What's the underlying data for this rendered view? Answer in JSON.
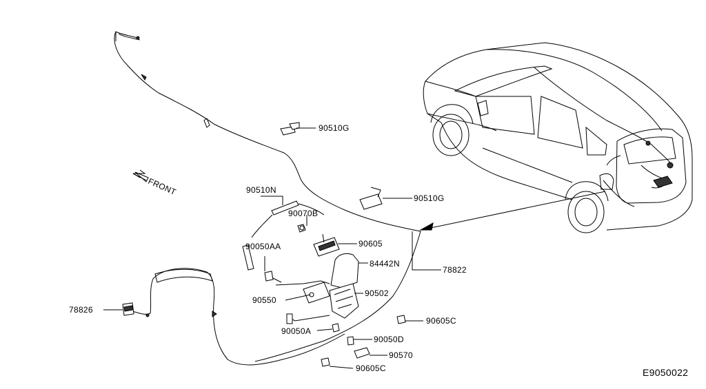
{
  "diagram_id": "E9050022",
  "direction_label": "FRONT",
  "callouts": {
    "c90510G_top": "90510G",
    "c90510G_mid": "90510G",
    "c90510N": "90510N",
    "c90070B": "90070B",
    "c90605": "90605",
    "c90050AA": "90050AA",
    "c84442N": "84442N",
    "c78822": "78822",
    "c90550": "90550",
    "c90502": "90502",
    "c78826": "78826",
    "c90605C_right": "90605C",
    "c90050A": "90050A",
    "c90050D": "90050D",
    "c90570": "90570",
    "c90605C_bottom": "90605C"
  }
}
